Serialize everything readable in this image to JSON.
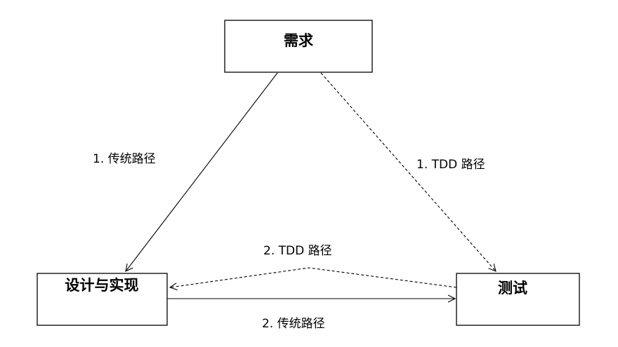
{
  "nodes": {
    "requirements": "需求",
    "design_implementation": "设计与实现",
    "testing": "测试"
  },
  "edges": {
    "traditional_step1": "1. 传统路径",
    "tdd_step1": "1. TDD 路径",
    "tdd_step2": "2. TDD 路径",
    "traditional_step2": "2. 传统路径"
  },
  "colors": {
    "line": "#000000",
    "background": "#ffffff"
  }
}
